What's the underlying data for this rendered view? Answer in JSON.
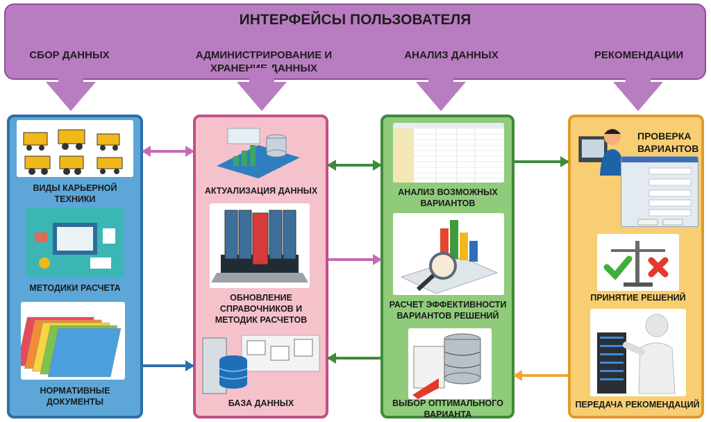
{
  "banner": {
    "title": "ИНТЕРФЕЙСЫ ПОЛЬЗОВАТЕЛЯ",
    "stages": [
      "СБОР ДАННЫХ",
      "АДМИНИСТРИРОВАНИЕ  И\nХРАНЕНИЕ  ДАННЫХ",
      "АНАЛИЗ ДАННЫХ",
      "РЕКОМЕНДАЦИИ"
    ]
  },
  "columns": {
    "collect": {
      "items": [
        "ВИДЫ КАРЬЕРНОЙ\nТЕХНИКИ",
        "МЕТОДИКИ РАСЧЕТА",
        "НОРМАТИВНЫЕ\nДОКУМЕНТЫ"
      ]
    },
    "admin": {
      "items": [
        "АКТУАЛИЗАЦИЯ ДАННЫХ",
        "ОБНОВЛЕНИЕ\nСПРАВОЧНИКОВ И\nМЕТОДИК РАСЧЕТОВ",
        "БАЗА ДАННЫХ"
      ]
    },
    "analysis": {
      "items": [
        "АНАЛИЗ ВОЗМОЖНЫХ\nВАРИАНТОВ",
        "РАСЧЕТ ЭФФЕКТИВНОСТИ\nВАРИАНТОВ РЕШЕНИЙ",
        "ВЫБОР ОПТИМАЛЬНОГО\nВАРИАНТА"
      ]
    },
    "recommend": {
      "items": [
        "ПРОВЕРКА\nВАРИАНТОВ",
        "ПРИНЯТИЕ РЕШЕНИЙ",
        "ПЕРЕДАЧА РЕКОМЕНДАЦИЙ"
      ]
    }
  },
  "colors": {
    "banner": "#b87cc0",
    "collect": "#5ca6d8",
    "admin": "#f5c2cc",
    "analysis": "#8fcb7b",
    "recommend": "#f7cf72",
    "arrow_pink": "#c46ab6",
    "arrow_green": "#3f8a3a",
    "arrow_blue": "#2c6fab",
    "arrow_orange": "#f0a637"
  },
  "icons": [
    "excavator-icon",
    "calculator-icon",
    "folders-icon",
    "chart-icon",
    "binders-icon",
    "database-icon",
    "table-icon",
    "magnifier-chart-icon",
    "server-icon",
    "user-icon",
    "scales-icon",
    "person-server-icon"
  ]
}
